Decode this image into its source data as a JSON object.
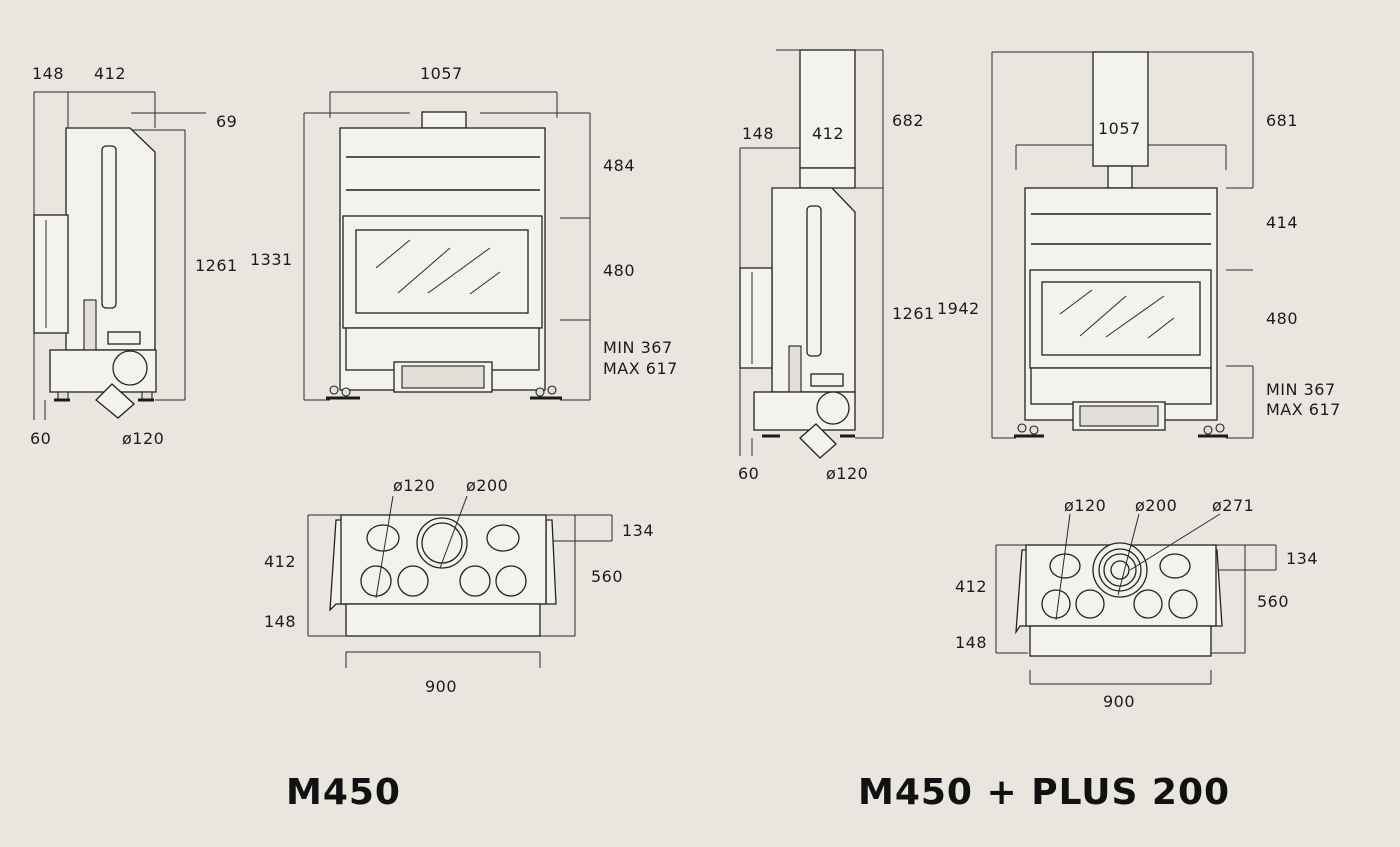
{
  "models": {
    "m450": {
      "title": "M450",
      "side": {
        "depth_front": "148",
        "depth_body": "412",
        "top_offset": "69",
        "height": "1261",
        "base": "60",
        "flue": "ø120"
      },
      "front": {
        "width": "1057",
        "height": "1331",
        "top_band": "484",
        "door": "480",
        "bottom_min": "MIN  367",
        "bottom_max": "MAX  617"
      },
      "top": {
        "flue_small": "ø120",
        "flue_main": "ø200",
        "offset": "134",
        "depth": "412",
        "depth_total": "560",
        "front": "148",
        "width": "900"
      }
    },
    "m450plus": {
      "title": "M450 + PLUS 200",
      "side": {
        "depth_front": "148",
        "depth_body": "412",
        "hood": "682",
        "height": "1261",
        "base": "60",
        "flue": "ø120"
      },
      "front": {
        "width": "1057",
        "height": "1942",
        "hood": "681",
        "top_band": "414",
        "door": "480",
        "bottom_min": "MIN  367",
        "bottom_max": "MAX  617"
      },
      "top": {
        "flue_small": "ø120",
        "flue_main": "ø200",
        "flue_outer": "ø271",
        "offset": "134",
        "depth": "412",
        "depth_total": "560",
        "front": "148",
        "width": "900"
      }
    }
  },
  "colors": {
    "background": "#e9e6e0",
    "line": "#222222",
    "text": "#1c1c1c"
  }
}
